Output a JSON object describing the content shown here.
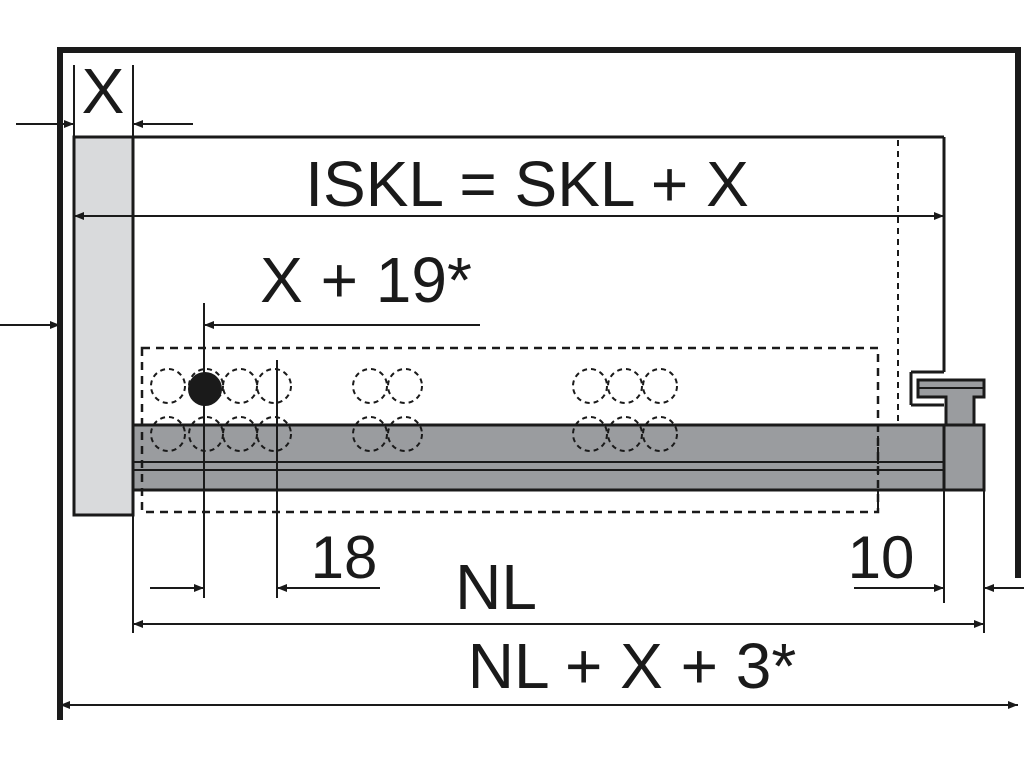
{
  "labels": {
    "x_top": "X",
    "iskl_formula": "ISKL = SKL + X",
    "x_plus_19": "X + 19*",
    "dim_18": "18",
    "dim_10": "10",
    "nl": "NL",
    "nl_total": "NL + X + 3*"
  },
  "colors": {
    "line": "#1a1a1a",
    "front_panel": "#d9dadc",
    "runner": "#9a9c9f",
    "background": "#ffffff"
  }
}
